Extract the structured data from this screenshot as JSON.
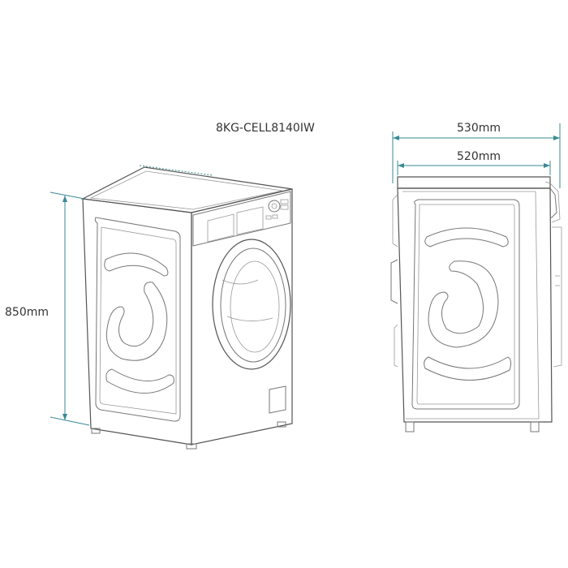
{
  "model": "8KG-CELL8140IW",
  "dimensions": {
    "height": "850mm",
    "depth_overall": "530mm",
    "depth_body": "520mm"
  },
  "colors": {
    "outline": "#555555",
    "dimension_line": "#3a8a93",
    "text": "#333333"
  }
}
